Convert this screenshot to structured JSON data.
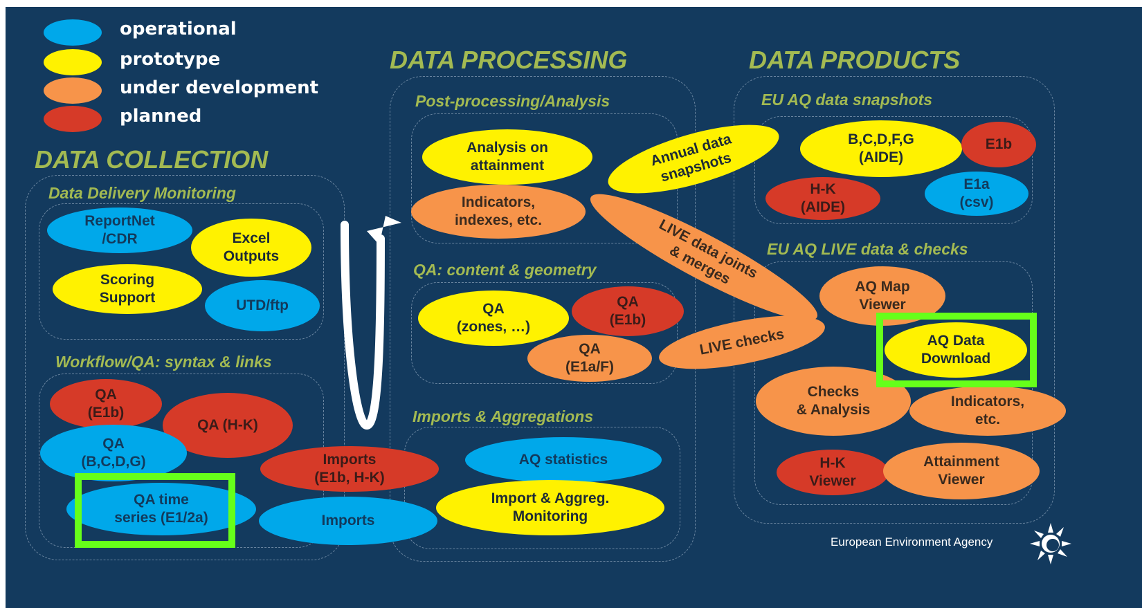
{
  "legend": {
    "operational": "operational",
    "prototype": "prototype",
    "under_development": "under development",
    "planned": "planned"
  },
  "colors": {
    "background": "#133a5e",
    "operational": "#00a8ea",
    "prototype": "#fff200",
    "under_development": "#f7944a",
    "planned": "#d63a28",
    "highlight": "#66ff1a",
    "heading": "#a3ba52"
  },
  "sections": {
    "data_collection": {
      "title": "DATA COLLECTION",
      "data_delivery_monitoring": {
        "title": "Data Delivery Monitoring",
        "reportnet": "ReportNet\n/CDR",
        "excel_outputs": "Excel\nOutputs",
        "scoring_support": "Scoring\nSupport",
        "utd_ftp": "UTD/ftp"
      },
      "workflow_qa": {
        "title": "Workflow/QA: syntax & links",
        "qa_e1b": "QA\n(E1b)",
        "qa_hk": "QA (H-K)",
        "qa_bcdg": "QA\n(B,C,D,G)",
        "qa_time_series": "QA time\nseries (E1/2a)"
      },
      "imports_e1b_hk": "Imports\n(E1b, H-K)",
      "imports": "Imports"
    },
    "data_processing": {
      "title": "DATA PROCESSING",
      "post_processing": {
        "title": "Post-processing/Analysis",
        "analysis_on_attainment": "Analysis on\nattainment",
        "indicators_indexes": "Indicators,\nindexes, etc."
      },
      "qa_content_geometry": {
        "title": "QA: content & geometry",
        "qa_zones": "QA\n(zones, …)",
        "qa_e1b": "QA\n(E1b)",
        "qa_e1af": "QA\n(E1a/F)"
      },
      "imports_aggregations": {
        "title": "Imports & Aggregations",
        "aq_statistics": "AQ statistics",
        "import_aggreg_monitoring": "Import & Aggreg.\nMonitoring"
      },
      "annual_data_snapshots": "Annual data\nsnapshots",
      "live_data_joints": "LIVE data joints\n& merges",
      "live_checks": "LIVE checks"
    },
    "data_products": {
      "title": "DATA PRODUCTS",
      "snapshots": {
        "title": "EU AQ data snapshots",
        "bcdfg_aide": "B,C,D,F,G\n(AIDE)",
        "e1b": "E1b",
        "hk_aide": "H-K\n(AIDE)",
        "e1a_csv": "E1a\n(csv)"
      },
      "live": {
        "title": "EU AQ LIVE data & checks",
        "aq_map_viewer": "AQ Map\nViewer",
        "aq_data_download": "AQ Data\nDownload",
        "checks_analysis": "Checks\n& Analysis",
        "indicators_etc": "Indicators,\netc.",
        "hk_viewer": "H-K\nViewer",
        "attainment_viewer": "Attainment\nViewer"
      }
    }
  },
  "footer": {
    "agency": "European Environment Agency",
    "logo_icon": "eea-sun-icon"
  }
}
